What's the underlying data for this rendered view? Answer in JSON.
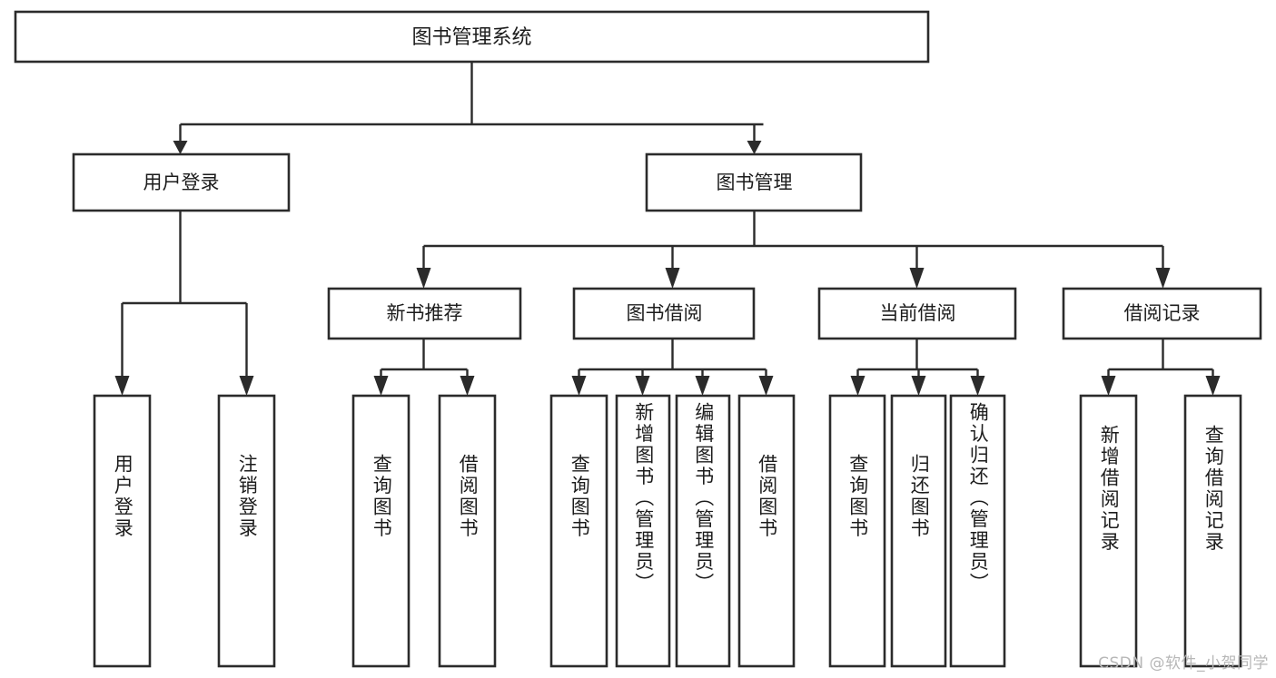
{
  "diagram": {
    "title": "图书管理系统",
    "type": "tree-hierarchy-chart",
    "root": {
      "id": "root",
      "label": "图书管理系统",
      "orientation": "horizontal"
    },
    "level2": [
      {
        "id": "user-login",
        "label": "用户登录",
        "orientation": "horizontal"
      },
      {
        "id": "book-management",
        "label": "图书管理",
        "orientation": "horizontal"
      }
    ],
    "level3": [
      {
        "id": "new-book-recommend",
        "label": "新书推荐",
        "parent": "book-management",
        "orientation": "horizontal"
      },
      {
        "id": "book-borrow",
        "label": "图书借阅",
        "parent": "book-management",
        "orientation": "horizontal"
      },
      {
        "id": "current-borrow",
        "label": "当前借阅",
        "parent": "book-management",
        "orientation": "horizontal"
      },
      {
        "id": "borrow-record",
        "label": "借阅记录",
        "parent": "book-management",
        "orientation": "horizontal"
      }
    ],
    "leaves": [
      {
        "id": "leaf-user-login",
        "label": "用户登录",
        "parent": "user-login",
        "orientation": "vertical"
      },
      {
        "id": "leaf-user-logout",
        "label": "注销登录",
        "parent": "user-login",
        "orientation": "vertical"
      },
      {
        "id": "leaf-query-book-1",
        "label": "查询图书",
        "parent": "new-book-recommend",
        "orientation": "vertical"
      },
      {
        "id": "leaf-borrow-book-1",
        "label": "借阅图书",
        "parent": "new-book-recommend",
        "orientation": "vertical"
      },
      {
        "id": "leaf-query-book-2",
        "label": "查询图书",
        "parent": "book-borrow",
        "orientation": "vertical"
      },
      {
        "id": "leaf-add-book",
        "label": "新增图书（管理员）",
        "parent": "book-borrow",
        "orientation": "vertical"
      },
      {
        "id": "leaf-edit-book",
        "label": "编辑图书（管理员）",
        "parent": "book-borrow",
        "orientation": "vertical"
      },
      {
        "id": "leaf-borrow-book-2",
        "label": "借阅图书",
        "parent": "book-borrow",
        "orientation": "vertical"
      },
      {
        "id": "leaf-query-book-3",
        "label": "查询图书",
        "parent": "current-borrow",
        "orientation": "vertical"
      },
      {
        "id": "leaf-return-book",
        "label": "归还图书",
        "parent": "current-borrow",
        "orientation": "vertical"
      },
      {
        "id": "leaf-confirm-return",
        "label": "确认归还（管理员）",
        "parent": "current-borrow",
        "orientation": "vertical"
      },
      {
        "id": "leaf-add-record",
        "label": "新增借阅记录",
        "parent": "borrow-record",
        "orientation": "vertical"
      },
      {
        "id": "leaf-query-record",
        "label": "查询借阅记录",
        "parent": "borrow-record",
        "orientation": "vertical"
      }
    ],
    "colors": {
      "box_stroke": "#2b2b2b",
      "box_fill": "#ffffff",
      "connector": "#2b2b2b",
      "text": "#1c1c1c",
      "watermark": "#b7b7b7",
      "background": "#ffffff"
    }
  },
  "watermark": {
    "text": "CSDN @软件_小贺同学"
  }
}
